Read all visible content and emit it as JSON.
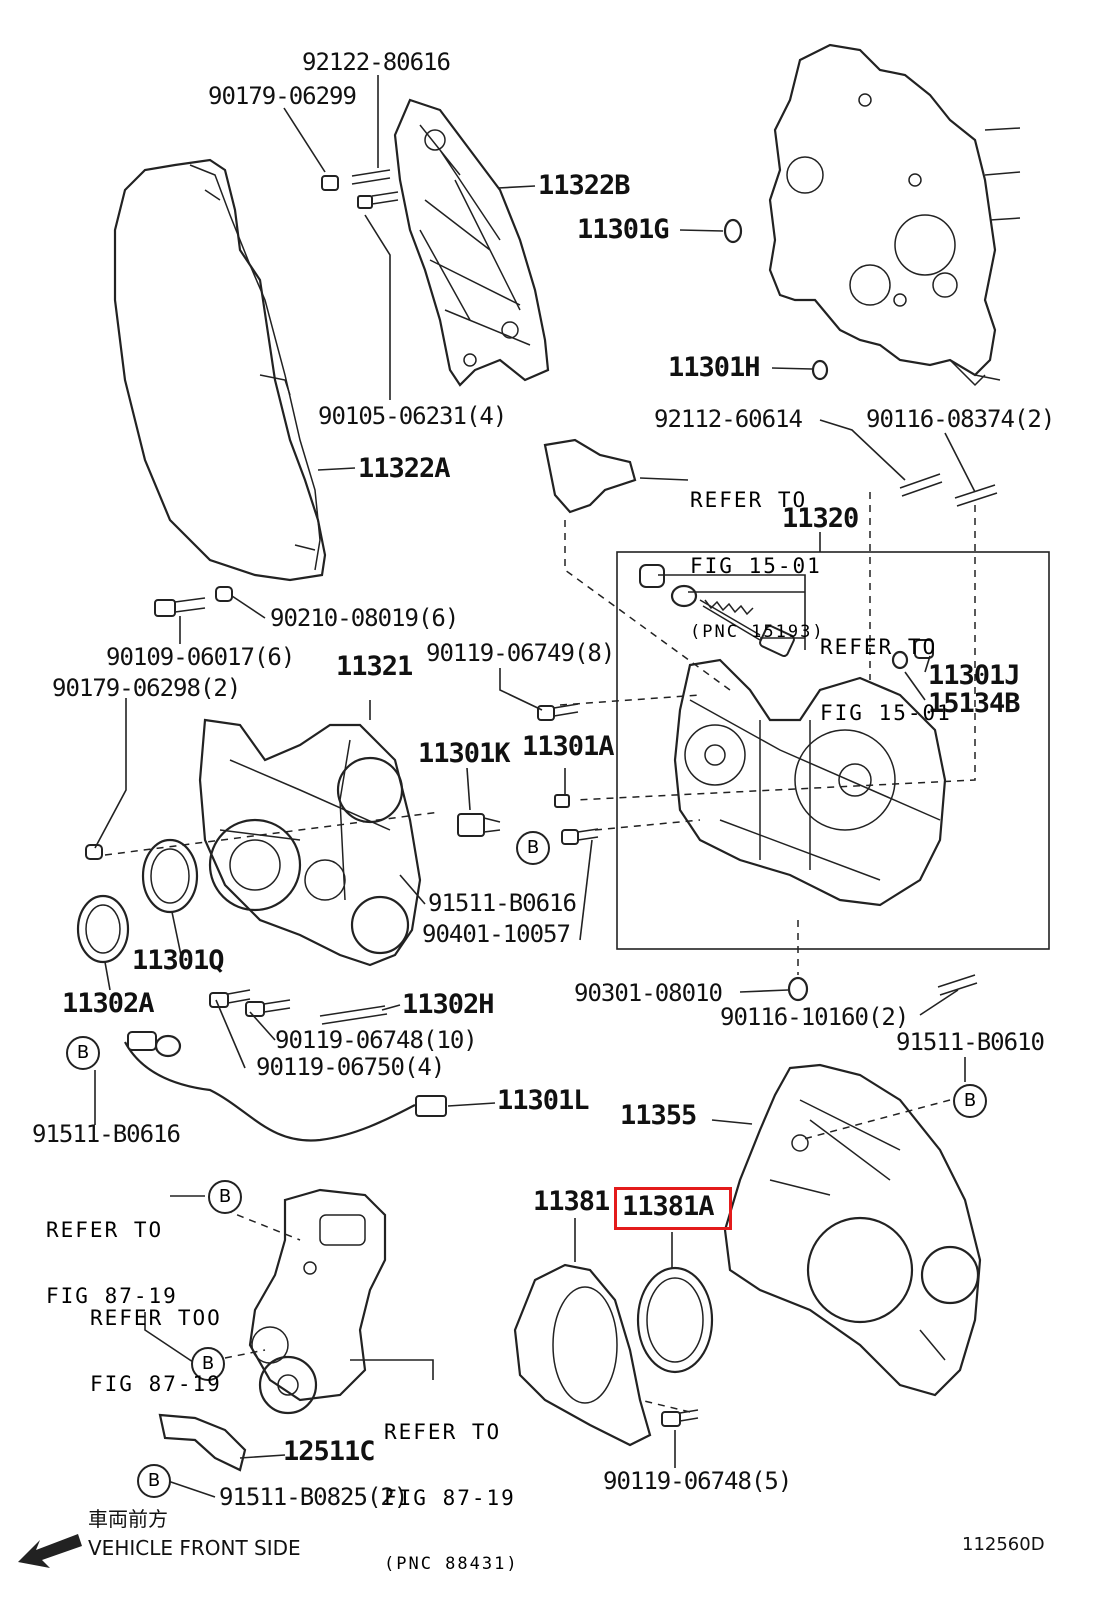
{
  "diagram_id": "112560D",
  "direction": {
    "jp": "車両前方",
    "en": "VEHICLE FRONT SIDE",
    "icon": "arrow-left-icon"
  },
  "highlight_color": "#e31b1b",
  "callouts": {
    "p92122_80616": "92122-80616",
    "p90179_06299": "90179-06299",
    "p11322B": "11322B",
    "p11301G": "11301G",
    "p11301H": "11301H",
    "p90105_06231": "90105-06231(4)",
    "p11322A": "11322A",
    "p92112_60614": "92112-60614",
    "p90116_08374": "90116-08374(2)",
    "p11320": "11320",
    "p90210_08019": "90210-08019(6)",
    "p90109_06017": "90109-06017(6)",
    "p90179_06298": "90179-06298(2)",
    "p11321": "11321",
    "p90119_06749": "90119-06749(8)",
    "p11301J": "11301J",
    "p15134B": "15134B",
    "p11301K": "11301K",
    "p11301A": "11301A",
    "p91511_B0616a": "91511-B0616",
    "p90401_10057": "90401-10057",
    "p11301Q": "11301Q",
    "p11302A": "11302A",
    "p11302H": "11302H",
    "p90301_08010": "90301-08010",
    "p90116_10160": "90116-10160(2)",
    "p91511_B0610": "91511-B0610",
    "p90119_06748a": "90119-06748(10)",
    "p90119_06750": "90119-06750(4)",
    "p11301L": "11301L",
    "p91511_B0616b": "91511-B0616",
    "p11355": "11355",
    "p11381": "11381",
    "p11381A": "11381A",
    "p12511C": "12511C",
    "p91511_B0825": "91511-B0825(2)",
    "p90119_06748b": "90119-06748(5)"
  },
  "refer": {
    "r1": [
      "REFER TO",
      "FIG 15-01",
      "(PNC 15193)"
    ],
    "r2": [
      "REFER TO",
      "FIG 15-01"
    ],
    "r3": [
      "REFER TO",
      "FIG 87-19"
    ],
    "r4": [
      "REFER TOO",
      "FIG 87-19"
    ],
    "r5": [
      "REFER TO",
      "FIG 87-19",
      "(PNC 88431)"
    ]
  },
  "marker_b": "B"
}
